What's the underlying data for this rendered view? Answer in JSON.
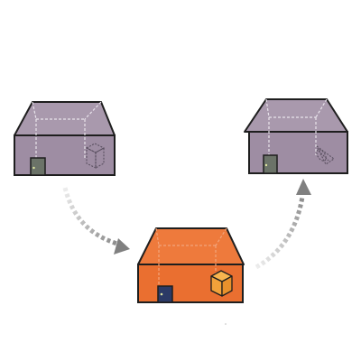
{
  "colors": {
    "background": "#ffffff",
    "house_purple": "#a999ad",
    "house_purple_wall": "#9e8da3",
    "house_orange": "#ee7a3c",
    "house_orange_wall": "#ea6f30",
    "outline": "#1e1e1e",
    "inner_edge": "#e9e4ec",
    "door_gray": "#6b7368",
    "door_navy": "#2b3a66",
    "box_orange": "#f2a13a",
    "box_outline_dashed": "#5a5060",
    "arrow_light": "#ececec",
    "arrow_dark": "#8a8a8a"
  },
  "diagram": {
    "nodes": [
      {
        "id": "left",
        "role": "house",
        "color": "purple",
        "door": "gray",
        "item": "dashed-cube"
      },
      {
        "id": "center",
        "role": "house",
        "color": "orange",
        "door": "navy",
        "item": "solid-cube"
      },
      {
        "id": "right",
        "role": "house",
        "color": "purple",
        "door": "gray",
        "item": "dashed-cone"
      }
    ],
    "edges": [
      {
        "from": "left",
        "to": "center",
        "style": "dashed-gradient-arrow"
      },
      {
        "from": "center",
        "to": "right",
        "style": "dashed-gradient-arrow"
      }
    ]
  }
}
